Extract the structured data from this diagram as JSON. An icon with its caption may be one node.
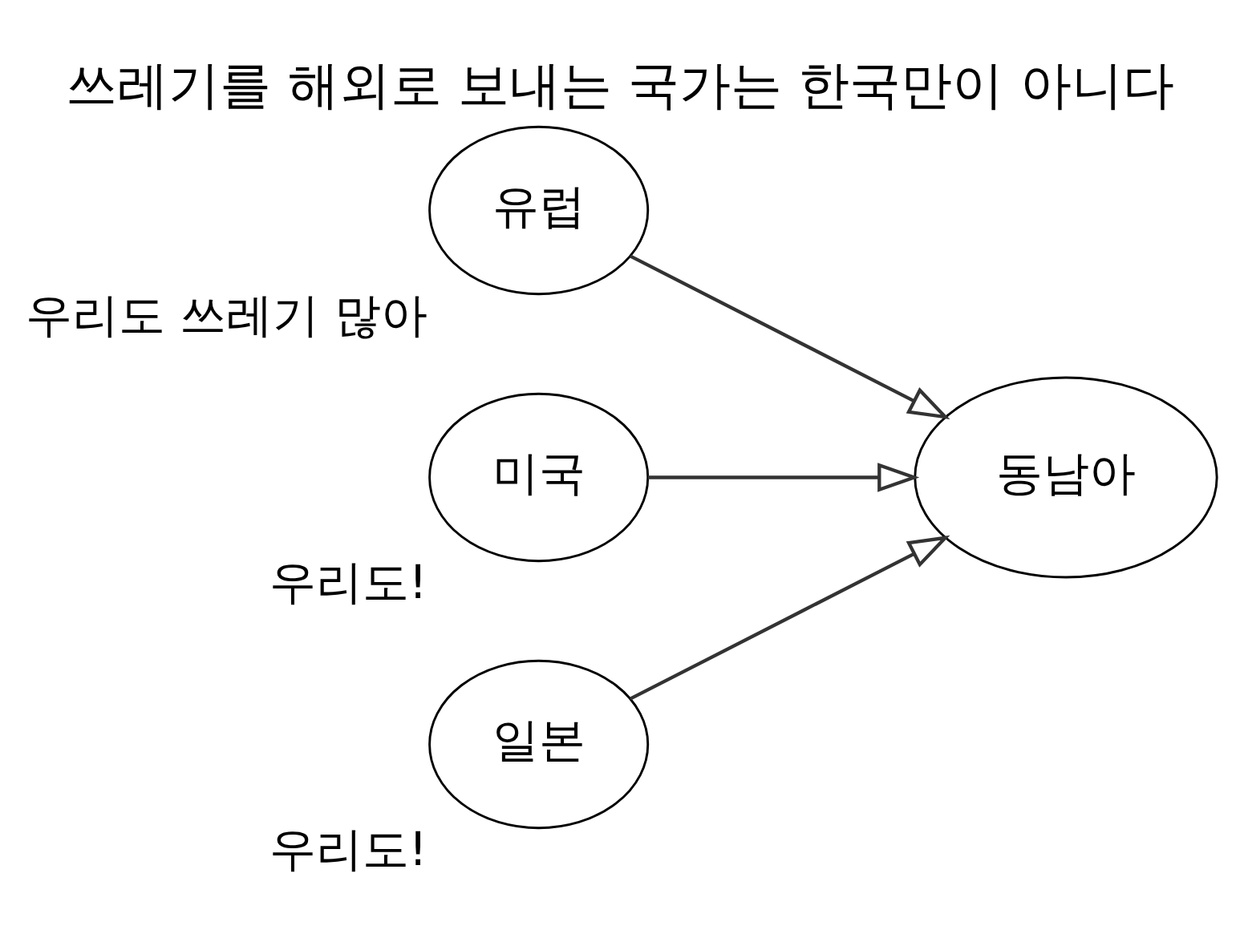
{
  "diagram": {
    "title": "쓰레기를 해외로 보내는 국가는 한국만이 아니다",
    "nodes": [
      {
        "text": [
          "유럽"
        ],
        "beside": [
          "우리도 쓰레기 많아"
        ]
      },
      {
        "text": [
          "미국"
        ],
        "beside": [
          "우리도!"
        ]
      },
      {
        "text": [
          "동남아"
        ]
      },
      {
        "text": [
          "일본"
        ],
        "beside": [
          "우리도!"
        ]
      }
    ],
    "edges": [
      {
        "from": 0,
        "to": 2,
        "arrow": "to"
      },
      {
        "from": 1,
        "to": 2,
        "arrow": "to"
      },
      {
        "from": 3,
        "to": 2,
        "arrow": "to"
      }
    ]
  }
}
